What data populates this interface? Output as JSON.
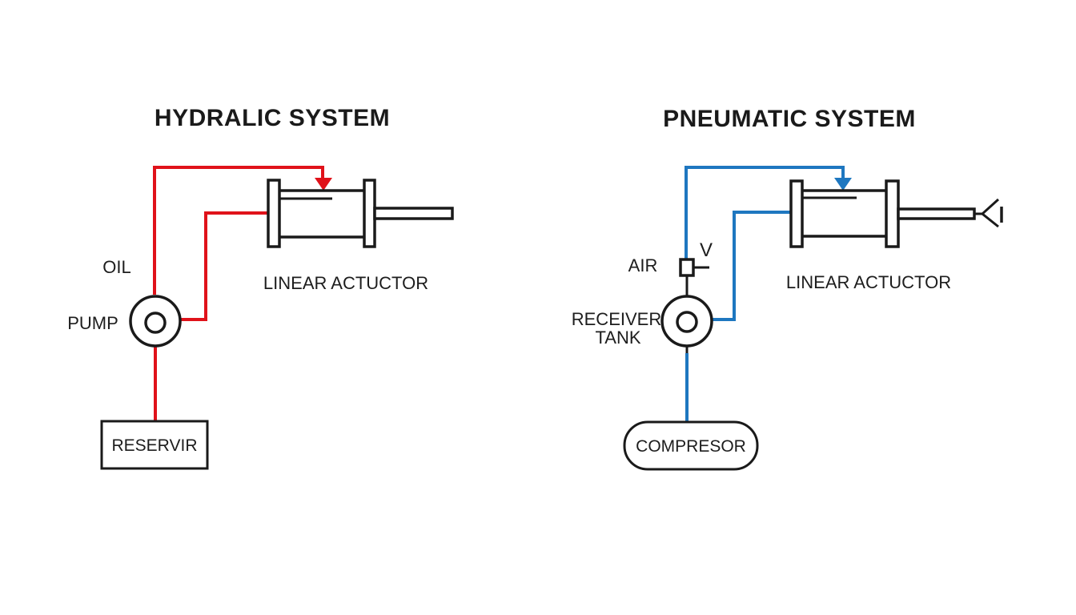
{
  "colors": {
    "hydraulic_line": "#e0121a",
    "pneumatic_line": "#1e77c0",
    "outline": "#1a1a1a",
    "text": "#1d1d1d",
    "background": "#ffffff"
  },
  "hydraulic": {
    "title": "HYDRALIC SYSTEM",
    "oil_label": "OIL",
    "pump_label": "PUMP",
    "actuator_label": "LINEAR ACTUCTOR",
    "reservoir_label": "RESERVIR"
  },
  "pneumatic": {
    "title": "PNEUMATIC SYSTEM",
    "air_label": "AIR",
    "valve_label": "V",
    "tank_label_line1": "RECEIVER",
    "tank_label_line2": "TANK",
    "actuator_label": "LINEAR ACTUCTOR",
    "compressor_label": "COMPRESOR"
  }
}
